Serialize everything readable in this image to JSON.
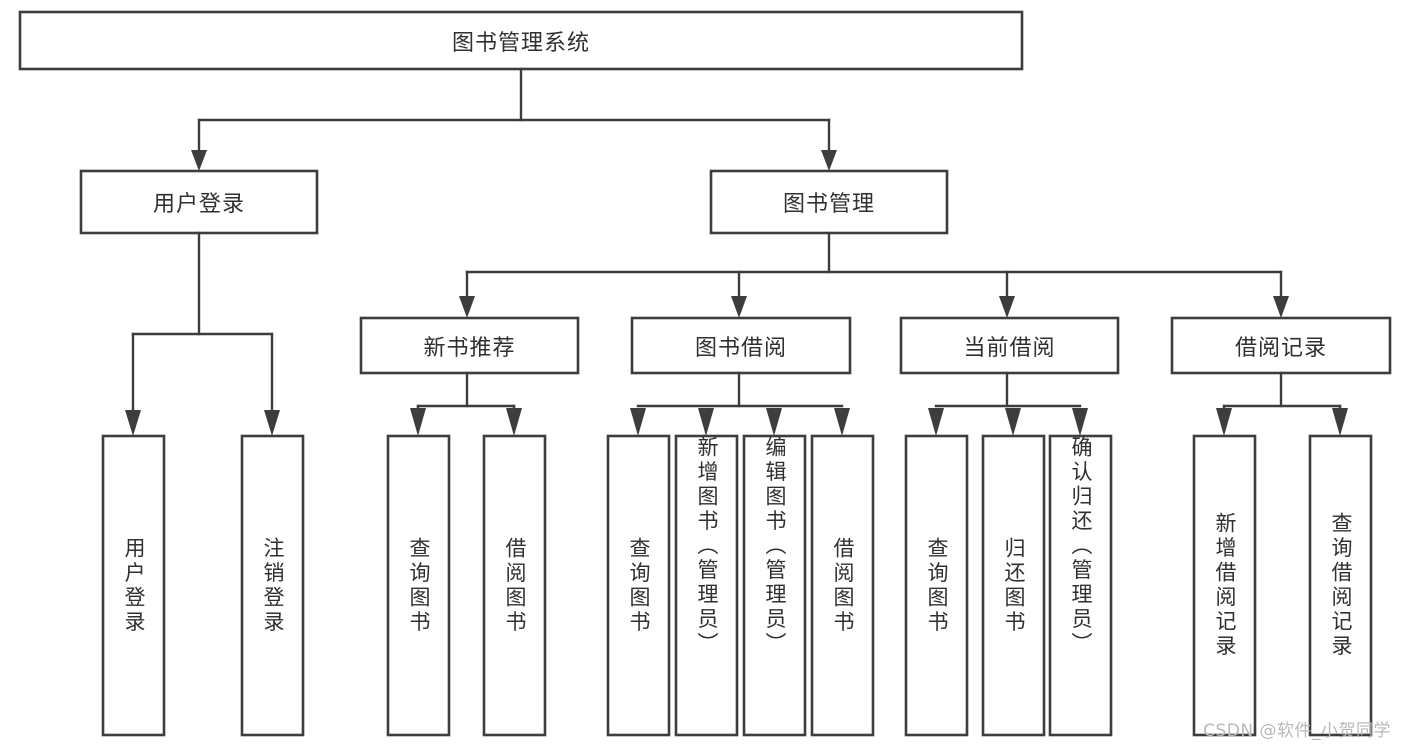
{
  "diagram": {
    "type": "tree-hierarchy",
    "title": "图书管理系统",
    "watermark": "CSDN @软件_小贺同学",
    "colors": {
      "stroke": "#3d3d3d",
      "fill": "#ffffff",
      "text": "#30302f",
      "watermark": "#b9b9b9",
      "background": "#ffffff"
    },
    "root": {
      "label": "图书管理系统"
    },
    "level2": [
      {
        "label": "用户登录"
      },
      {
        "label": "图书管理"
      }
    ],
    "level3": [
      {
        "label": "新书推荐"
      },
      {
        "label": "图书借阅"
      },
      {
        "label": "当前借阅"
      },
      {
        "label": "借阅记录"
      }
    ],
    "leaves": {
      "user_login": [
        {
          "label": "用户登录"
        },
        {
          "label": "注销登录"
        }
      ],
      "new_book_recommend": [
        {
          "label": "查询图书"
        },
        {
          "label": "借阅图书"
        }
      ],
      "book_borrow": [
        {
          "label": "查询图书"
        },
        {
          "label": "新增图书（管理员）"
        },
        {
          "label": "编辑图书（管理员）"
        },
        {
          "label": "借阅图书"
        }
      ],
      "current_borrow": [
        {
          "label": "查询图书"
        },
        {
          "label": "归还图书"
        },
        {
          "label": "确认归还（管理员）"
        }
      ],
      "borrow_record": [
        {
          "label": "新增借阅记录"
        },
        {
          "label": "查询借阅记录"
        }
      ]
    }
  }
}
